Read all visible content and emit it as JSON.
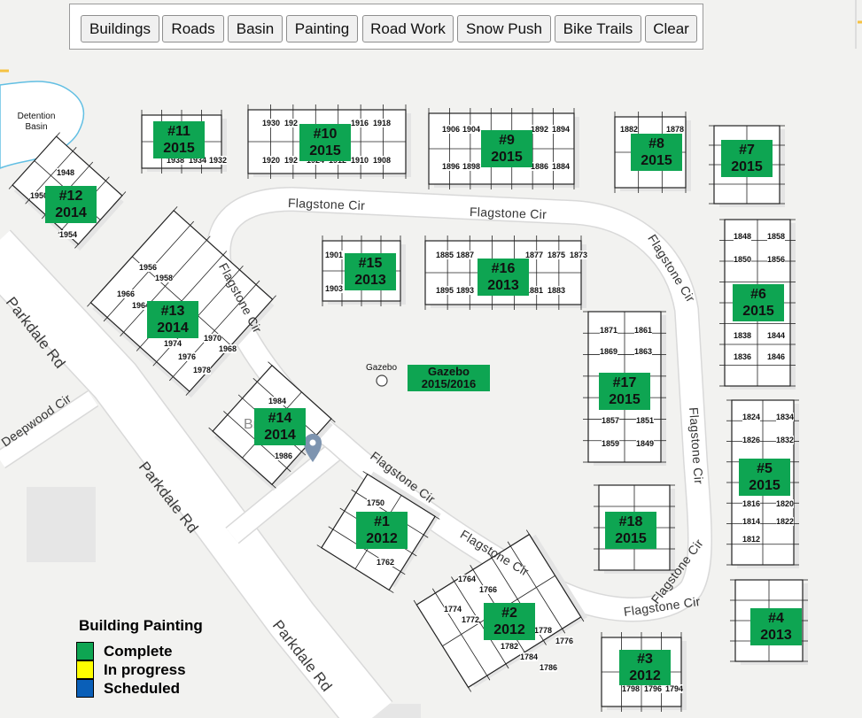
{
  "toolbar": {
    "buttons": [
      "Buildings",
      "Roads",
      "Basin",
      "Painting",
      "Road Work",
      "Snow Push",
      "Bike Trails",
      "Clear"
    ]
  },
  "map_labels": {
    "detention_basin": "Detention Basin",
    "gazebo": "Gazebo",
    "place": "Bridge",
    "roads": {
      "flagstone_top_1": "Flagstone Cir",
      "flagstone_top_2": "Flagstone Cir",
      "flagstone_right_upper": "Flagstone Cir",
      "flagstone_right": "Flagstone Cir",
      "flagstone_left": "Flagstone Cir",
      "flagstone_bottom_1": "Flagstone Cir",
      "flagstone_bottom_2": "Flagstone Cir",
      "flagstone_bottom_3": "Flagstone Cir",
      "flagstone_bottom_4": "Flagstone Cir",
      "parkdale_1": "Parkdale Rd",
      "parkdale_2": "Parkdale Rd",
      "parkdale_3": "Parkdale Rd",
      "deepwood": "Deepwood Cir"
    }
  },
  "buildings": [
    {
      "id": "#1",
      "year": "2012",
      "status": "complete"
    },
    {
      "id": "#2",
      "year": "2012",
      "status": "complete"
    },
    {
      "id": "#3",
      "year": "2012",
      "status": "complete"
    },
    {
      "id": "#4",
      "year": "2013",
      "status": "complete"
    },
    {
      "id": "#5",
      "year": "2015",
      "status": "complete"
    },
    {
      "id": "#6",
      "year": "2015",
      "status": "complete"
    },
    {
      "id": "#7",
      "year": "2015",
      "status": "complete"
    },
    {
      "id": "#8",
      "year": "2015",
      "status": "complete"
    },
    {
      "id": "#9",
      "year": "2015",
      "status": "complete"
    },
    {
      "id": "#10",
      "year": "2015",
      "status": "complete"
    },
    {
      "id": "#11",
      "year": "2015",
      "status": "complete"
    },
    {
      "id": "#12",
      "year": "2014",
      "status": "complete"
    },
    {
      "id": "#13",
      "year": "2014",
      "status": "complete"
    },
    {
      "id": "#14",
      "year": "2014",
      "status": "complete"
    },
    {
      "id": "#15",
      "year": "2013",
      "status": "complete"
    },
    {
      "id": "#16",
      "year": "2013",
      "status": "complete"
    },
    {
      "id": "#17",
      "year": "2015",
      "status": "complete"
    },
    {
      "id": "#18",
      "year": "2015",
      "status": "complete"
    }
  ],
  "gazebo_marker": {
    "name": "Gazebo",
    "year": "2015/2016",
    "status": "complete"
  },
  "unit_numbers": {
    "b10_top": [
      "1930",
      "192",
      "1916",
      "1918"
    ],
    "b10_bottom": [
      "1920",
      "192",
      "1924",
      "1912",
      "1910",
      "1908"
    ],
    "b9_top": [
      "1906",
      "1904",
      "1892",
      "1894"
    ],
    "b9_bottom": [
      "1896",
      "1898",
      "1886",
      "1884"
    ],
    "b16_top": [
      "1885",
      "1887",
      "1877",
      "1875",
      "1873"
    ],
    "b16_bottom": [
      "1895",
      "1893",
      "1881",
      "1883"
    ],
    "b15": [
      "1901",
      "1903"
    ],
    "b8": [
      "1882",
      "1878"
    ],
    "b17_left": [
      "1871",
      "1869",
      "1857",
      "1859"
    ],
    "b17_right": [
      "1861",
      "1863",
      "1851",
      "1849"
    ],
    "b6_left": [
      "1848",
      "1850",
      "1838",
      "1836"
    ],
    "b6_right": [
      "1858",
      "1856",
      "1844",
      "1846"
    ],
    "b5_left": [
      "1824",
      "1826",
      "1816",
      "1814",
      "1812"
    ],
    "b5_right": [
      "1834",
      "1832",
      "1820",
      "1822"
    ],
    "b3": [
      "1798",
      "1796",
      "1794"
    ],
    "b2": [
      "1764",
      "1766",
      "1774",
      "1772",
      "1782",
      "1784",
      "1786",
      "1778",
      "1776"
    ],
    "b1": [
      "1750",
      "1762"
    ],
    "b13": [
      "1956",
      "1958",
      "1966",
      "1964",
      "1970",
      "1968",
      "1974",
      "1976",
      "1978"
    ],
    "b14": [
      "1984",
      "1986"
    ],
    "b12": [
      "1948",
      "1950",
      "1954"
    ],
    "b11": [
      "1938",
      "1934",
      "1932"
    ]
  },
  "legend": {
    "title": "Building Painting",
    "items": [
      {
        "label": "Complete",
        "color": "#0ea552"
      },
      {
        "label": "In progress",
        "color": "#ffff00"
      },
      {
        "label": "Scheduled",
        "color": "#0a5fb8"
      }
    ]
  },
  "colors": {
    "complete": "#0ea552",
    "in_progress": "#ffff00",
    "scheduled": "#0a5fb8",
    "water": "#a8d8ef"
  }
}
